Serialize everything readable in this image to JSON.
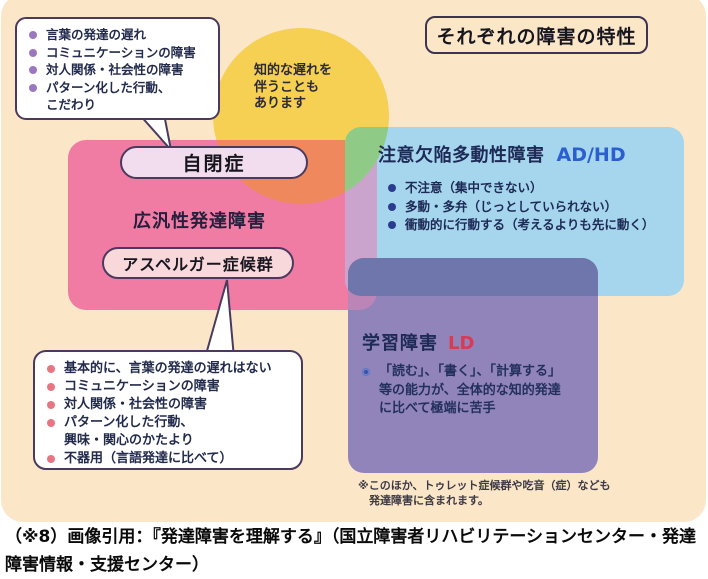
{
  "title_box": {
    "label": "それぞれの障害の特性"
  },
  "colors": {
    "canvas_bg": "#fbe7c8",
    "yellow_circle": "#f6d053",
    "pink_rect": "#f07ca4",
    "blue_rect": "#a5d6ed",
    "purple_rect": "#9184bb",
    "overlap_yellow_pink": "#f0885e",
    "overlap_yellow_blue": "#8fcb87",
    "overlap_pink_blue": "#cba4ce",
    "overlap_blue_purple": "#6f76ac",
    "overlap_pink_purple": "#bc85b8",
    "box_border": "#4a3b5e",
    "adhd_accent": "#2b5fd0",
    "ld_accent": "#d93a55"
  },
  "autism_features_box": {
    "items": [
      {
        "text": "言葉の発達の遅れ"
      },
      {
        "text": "コミュニケーションの障害"
      },
      {
        "text": "対人関係・社会性の障害"
      },
      {
        "text": "パターン化した行動、"
      },
      {
        "text": "こだわり"
      }
    ]
  },
  "intellectual_note": {
    "line1": "知的な遅れを",
    "line2": "伴うことも",
    "line3": "あります"
  },
  "pdd": {
    "autism_label": "自閉症",
    "region_label": "広汎性発達障害",
    "asperger_label": "アスペルガー症候群"
  },
  "adhd": {
    "title": "注意欠陥多動性障害",
    "abbr": "AD/HD",
    "items": [
      {
        "text": "不注意（集中できない）"
      },
      {
        "text": "多動・多弁（じっとしていられない）"
      },
      {
        "text": "衝動的に行動する（考えるよりも先に動く）"
      }
    ]
  },
  "ld": {
    "title": "学習障害",
    "abbr": "LD",
    "items": [
      {
        "text": "「読む」、「書く」、「計算する」"
      },
      {
        "text": "等の能力が、全体的な知的発達"
      },
      {
        "text": "に比べて極端に苦手"
      }
    ]
  },
  "asperger_features_box": {
    "items": [
      {
        "text": "基本的に、言葉の発達の遅れはない"
      },
      {
        "text": "コミュニケーションの障害"
      },
      {
        "text": "対人関係・社会性の障害"
      },
      {
        "text": "パターン化した行動、"
      },
      {
        "text": "興味・関心のかたより"
      },
      {
        "text": "不器用（言語発達に比べて）"
      }
    ]
  },
  "footnote": {
    "line1": "※このほか、トゥレット症候群や吃音（症）なども",
    "line2": "発達障害に含まれます。"
  },
  "caption": {
    "line1": "（※8）画像引用：『発達障害を理解する』（国立障害者リハビリテーションセンター・発達",
    "line2": "障害情報・支援センター）"
  }
}
